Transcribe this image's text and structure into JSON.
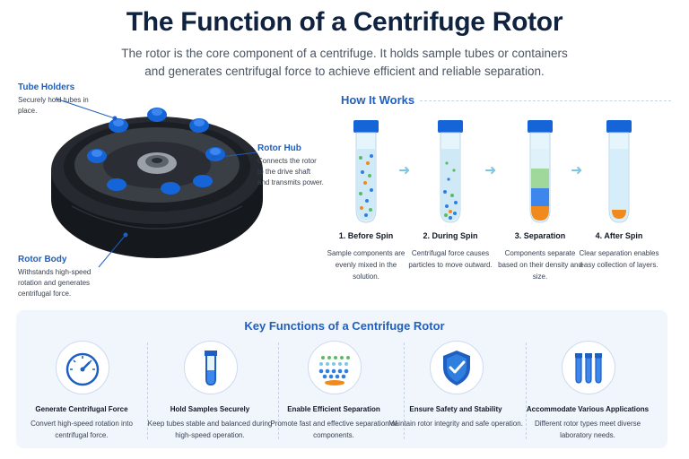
{
  "header": {
    "title": "The Function of a Centrifuge Rotor",
    "subtitle": "The rotor is the core component of a centrifuge. It holds sample tubes or containers and generates centrifugal force to achieve efficient and reliable separation."
  },
  "callouts": {
    "tube_holders": {
      "title": "Tube Holders",
      "text": "Securely hold tubes in place."
    },
    "rotor_hub": {
      "title": "Rotor Hub",
      "text": "Connects the rotor to the drive shaft and transmits power."
    },
    "rotor_body": {
      "title": "Rotor Body",
      "text": "Withstands high-speed rotation and generates centrifugal force."
    }
  },
  "how_it_works": {
    "title": "How It Works",
    "steps": [
      {
        "title": "1. Before Spin",
        "text": "Sample components are evenly mixed in the solution."
      },
      {
        "title": "2. During Spin",
        "text": "Centrifugal force causes particles to move outward."
      },
      {
        "title": "3. Separation",
        "text": "Components separate based on their density and size."
      },
      {
        "title": "4. After Spin",
        "text": "Clear separation enables easy collection of layers."
      }
    ]
  },
  "key_functions": {
    "title": "Key Functions of a Centrifuge Rotor",
    "items": [
      {
        "icon": "gauge-icon",
        "title": "Generate Centrifugal Force",
        "text": "Convert high-speed rotation into centrifugal force."
      },
      {
        "icon": "test-tube-icon",
        "title": "Hold Samples Securely",
        "text": "Keep tubes stable and balanced during high-speed operation."
      },
      {
        "icon": "separation-icon",
        "title": "Enable Efficient Separation",
        "text": "Promote fast and effective separation of components."
      },
      {
        "icon": "shield-check-icon",
        "title": "Ensure Safety and Stability",
        "text": "Maintain rotor integrity and safe operation."
      },
      {
        "icon": "tubes-rack-icon",
        "title": "Accommodate Various Applications",
        "text": "Different rotor types meet diverse laboratory needs."
      }
    ]
  },
  "colors": {
    "accent": "#1f5fbf",
    "title": "#0f2240",
    "cap": "#1565d8",
    "panel": "#f1f6fc",
    "sediment": "#f08a1c",
    "green": "#5dbb63"
  }
}
